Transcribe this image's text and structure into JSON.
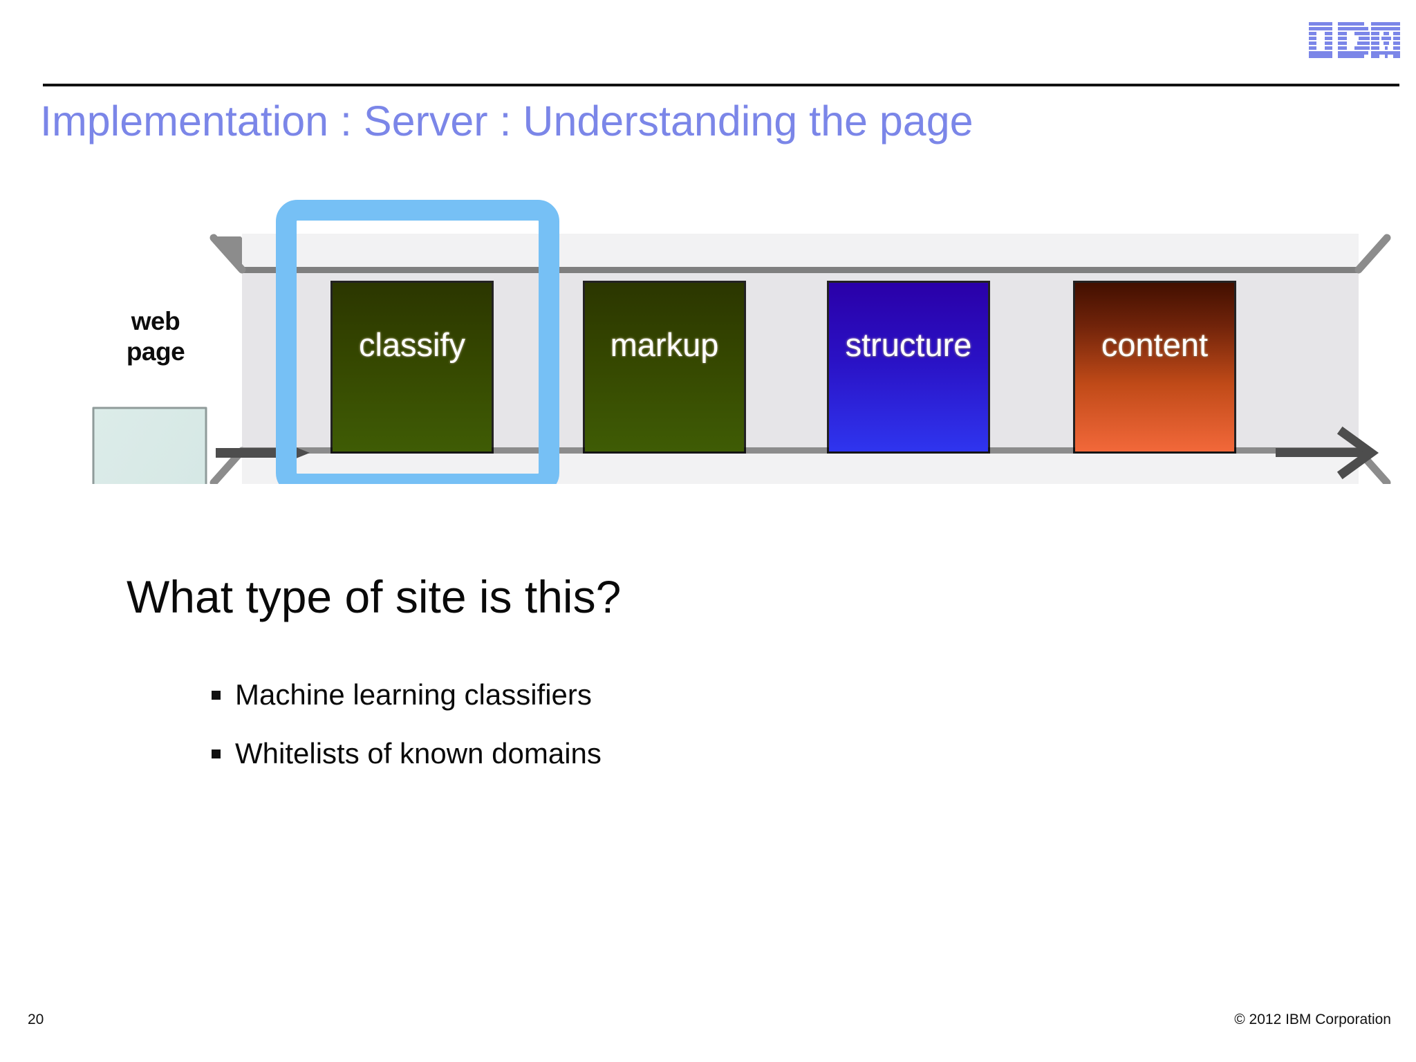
{
  "slide": {
    "title": "Implementation : Server : Understanding the page",
    "title_color": "#7b86e8",
    "background": "#ffffff"
  },
  "brand": {
    "logo_name": "ibm-logo",
    "logo_text": "IBM",
    "logo_color": "#7b86e8"
  },
  "diagram": {
    "name": "page-understanding-pipeline",
    "band_fill": "#e6e5e8",
    "band_border": "#7f7f7f",
    "input": {
      "shape": "document",
      "line1": "web",
      "line2": "page",
      "fill": "#d9eae7",
      "border": "#8a8a8a"
    },
    "stages": [
      {
        "label": "classify",
        "gradient_top": "#2e3a00",
        "gradient_bottom": "#3f5c05",
        "highlighted": true
      },
      {
        "label": "markup",
        "gradient_top": "#2e3a00",
        "gradient_bottom": "#3f5c05",
        "highlighted": false
      },
      {
        "label": "structure",
        "gradient_top": "#2a00a8",
        "gradient_bottom": "#2f35e8",
        "highlighted": false
      },
      {
        "label": "content",
        "gradient_top": "#4a1400",
        "gradient_bottom": "#f2683a",
        "highlighted": false
      }
    ],
    "highlight_color": "#76c0f5",
    "arrow_color": "#4d4d4d",
    "arrow_in_name": "arrow-into-pipeline",
    "arrow_out_name": "arrow-out-of-pipeline"
  },
  "body": {
    "heading": "What type of site is this?",
    "bullets": [
      "Machine learning classifiers",
      "Whitelists of known domains"
    ]
  },
  "footer": {
    "page_number": "20",
    "copyright": "© 2012 IBM Corporation"
  }
}
